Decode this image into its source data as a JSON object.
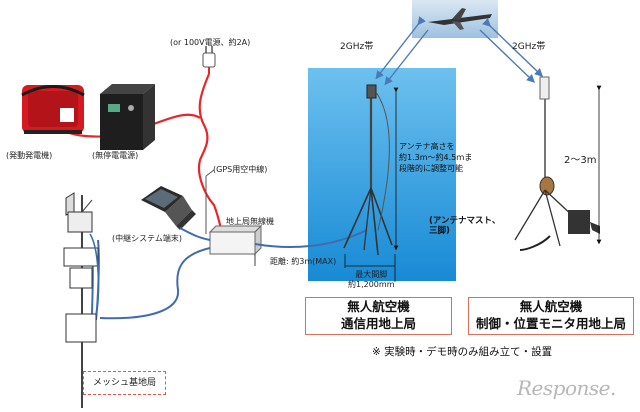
{
  "labels": {
    "power_alt": "(or 100V電源、約2A)",
    "generator": "(発動発電機)",
    "ups": "(無停電電源)",
    "gps": "(GPS用空中線)",
    "relay_terminal": "(中継システム端末)",
    "ground_radio": "地上局無線機",
    "band_left": "2GHz帯",
    "band_right": "2GHz帯",
    "antenna_height": [
      "アンテナ高さを",
      "約1.3m〜約4.5ｍま",
      "段階的に調整可能"
    ],
    "antenna_mast": [
      "(アンテナマスト、",
      "三脚)"
    ],
    "distance": "距離: 約3m(MAX)",
    "max_spacing": [
      "最大間脚",
      "約1,200mm"
    ],
    "height_right": "2〜3m",
    "comm_station": [
      "無人航空機",
      "通信用地上局"
    ],
    "ctrl_station": [
      "無人航空機",
      "制御・位置モニタ用地上局"
    ],
    "note": "※ 実験時・デモ時のみ組み立て・設置",
    "mesh_station": "メッシュ基地局",
    "watermark": "Response."
  },
  "colors": {
    "sky": "#1e9fe6",
    "power_cable": "#e8262a",
    "data_cable": "#3f6cb0",
    "callout_border": "#d9705a",
    "arrow_link": "#4a7ab8"
  },
  "icons": {
    "generator": "generator-icon",
    "ups": "ups-icon",
    "plug": "power-plug-icon",
    "laptop": "laptop-icon",
    "radio": "ground-radio-box-icon",
    "uav": "uav-icon",
    "mast": "antenna-mast-icon",
    "tripod_right": "tripod-antenna-icon",
    "pole": "mesh-pole-icon"
  }
}
